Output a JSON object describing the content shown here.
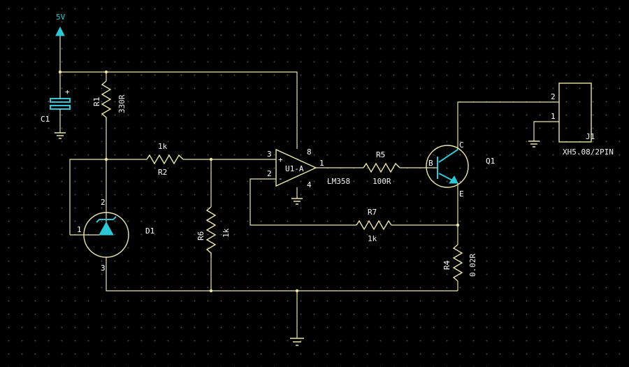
{
  "colors": {
    "background": "#000000",
    "wire": "#e8e6a8",
    "accent": "#2ec7d6",
    "text": "#ffffff",
    "grid": "#4a4a4a"
  },
  "power": {
    "net": "5V"
  },
  "c1": {
    "ref": "C1",
    "polarity": "+"
  },
  "r1": {
    "ref": "R1",
    "value": "330R"
  },
  "r2": {
    "ref": "R2",
    "value": "1k"
  },
  "r6": {
    "ref": "R6",
    "value": "1k"
  },
  "r5": {
    "ref": "R5",
    "value": "100R"
  },
  "r7": {
    "ref": "R7",
    "value": "1k"
  },
  "r4": {
    "ref": "R4",
    "value": "0.02R"
  },
  "d1": {
    "ref": "D1",
    "pins": [
      "1",
      "2",
      "3"
    ]
  },
  "u1": {
    "ref": "U1-A",
    "part": "LM358",
    "pins": {
      "in_plus": "3",
      "in_minus": "2",
      "out": "1",
      "vcc": "8",
      "gnd": "4"
    },
    "plus_sign": "+",
    "minus_sign": "-"
  },
  "q1": {
    "ref": "Q1",
    "pins": {
      "b": "B",
      "c": "C",
      "e": "E"
    }
  },
  "j1": {
    "ref": "J1",
    "part": "XH5.08/2PIN",
    "pins": [
      "2",
      "1"
    ]
  }
}
